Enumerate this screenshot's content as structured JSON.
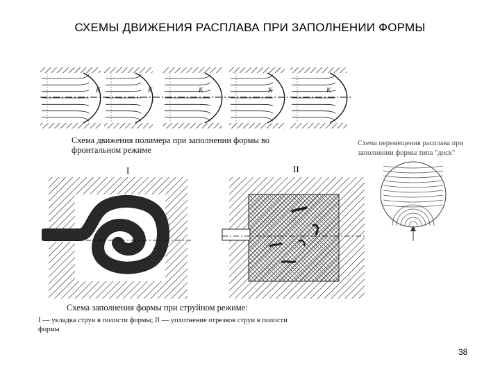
{
  "title": "СХЕМЫ ДВИЖЕНИЯ РАСПЛАВА ПРИ ЗАПОЛНЕНИИ ФОРМЫ",
  "front_caption": {
    "line1": "Схема движения полимера при заполнении формы во",
    "line2": "фронтальном режиме"
  },
  "flow_labels": [
    "K",
    "K",
    "K",
    "K",
    "K"
  ],
  "disk_caption": {
    "line1": "Схема перемещения расплава при",
    "line2": "заполнении формы типа \"диск\""
  },
  "jet_labels": {
    "one": "I",
    "two": "II"
  },
  "jet_caption": {
    "line1": "Схема заполнения формы при струйном режиме:",
    "line2": "I — укладка струи в полости формы; II — уплотнение отрезков струи в полости",
    "line3": "формы"
  },
  "page_number": "38"
}
